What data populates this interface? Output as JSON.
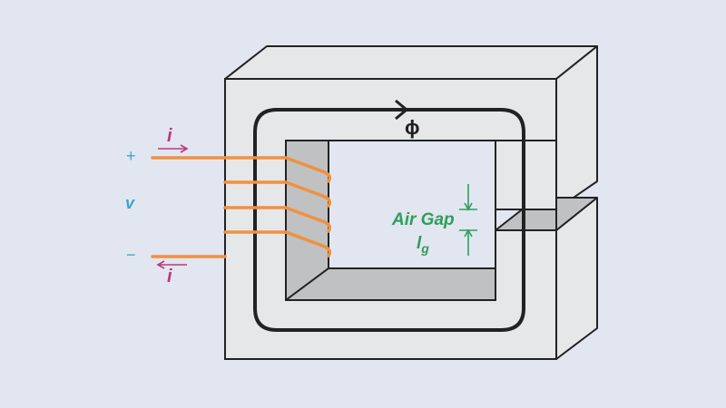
{
  "title": "Magnetic circuit with air gap",
  "labels": {
    "plus": "+",
    "minus": "−",
    "voltage": "v",
    "current_in": "i",
    "current_out": "i",
    "flux": "ϕ",
    "air_gap": "Air Gap",
    "gap_length_main": "l",
    "gap_length_sub": "g"
  },
  "coil": {
    "turns": 4
  },
  "colors": {
    "background": "#e1e6f0",
    "core_face": "#e6e7e9",
    "core_shadow": "#c0c1c3",
    "outline": "#222222",
    "winding": "#f0913f",
    "current_arrow": "#c2367a",
    "voltage_text": "#3aa6cf",
    "air_gap_text": "#2f9d5b"
  }
}
